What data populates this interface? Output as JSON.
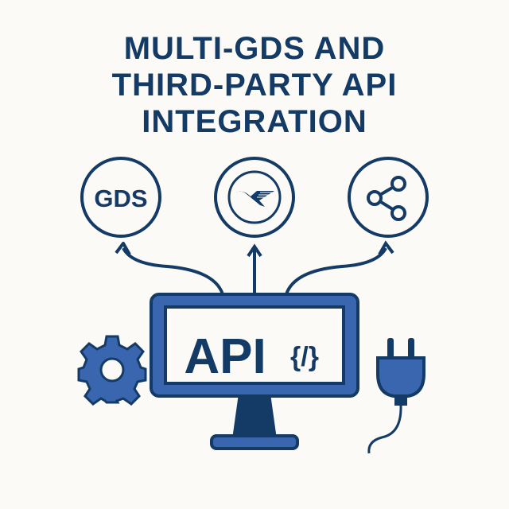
{
  "title_lines": [
    "MULTI-GDS AND",
    "THIRD-PARTY API",
    "INTEGRATION"
  ],
  "nodes": {
    "gds": "GDS",
    "airline": "airline-logo",
    "share": "share-icon"
  },
  "screen_label": "API",
  "code_symbol": "{/}",
  "colors": {
    "navy": "#143a66",
    "blue": "#3a66b0",
    "background": "#fbfaf6"
  }
}
